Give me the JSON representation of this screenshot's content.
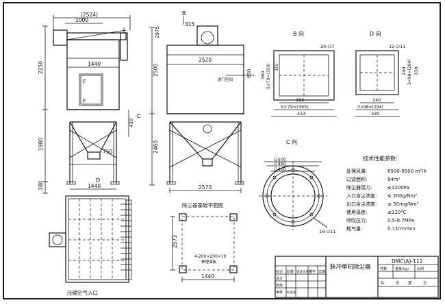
{
  "drawing": {
    "front": {
      "dims": {
        "top_overall": "(2524)",
        "top_inner": "1000",
        "height_upper": "2250",
        "height_lower": "1980",
        "height_leg": "380",
        "width_body": "1440",
        "width_base": "1440",
        "ref_430": "430",
        "ref_750": "750",
        "ref_c": "C",
        "ref_d": "D"
      },
      "caption": "压缩空气入口"
    },
    "side": {
      "dims": {
        "top_315": "315",
        "top_2975": "2975",
        "overall_height": "2500",
        "width_2520": "2520",
        "height_2460": "2460",
        "width_2573": "2573",
        "height_650": "650",
        "ref_b": "B"
      },
      "note": "进门空间"
    },
    "b_view": {
      "title": "B 向",
      "dims": {
        "holes": "20-∅7",
        "d1": "360",
        "d2": "5×79=(350)",
        "d3": "315",
        "d4": "360",
        "d5": "5×79=(395)",
        "d6": "414"
      }
    },
    "d_view": {
      "title": "D 向",
      "dims": {
        "holes": "12-∅11",
        "d1": "240",
        "d2": "3×98=(294)",
        "d3": "330",
        "d4": "240",
        "d5": "3×98=(294)",
        "d6": "330"
      }
    },
    "c_view": {
      "title": "C 向",
      "dims": {
        "d500": "∅500",
        "d450": "∅450",
        "d400": "∅400",
        "holes": "16-∅11"
      }
    },
    "foundation": {
      "title": "除尘器基础平面图",
      "dims": {
        "height": "2573",
        "width": "1440",
        "bolts": "4-200×200×10",
        "note": "预埋钢板"
      }
    },
    "specs": {
      "title": "技术性能参数:",
      "rows": [
        {
          "label": "处理风量:",
          "value": "6500-8500 m³/h"
        },
        {
          "label": "过滤面积:",
          "value": "84m²"
        },
        {
          "label": "除尘器阻力:",
          "value": "≤1200Pa"
        },
        {
          "label": "入口含尘浓度:",
          "value": "≤ 200g/Nm³"
        },
        {
          "label": "出口含尘浓度:",
          "value": "≤ 50mg/Nm³"
        },
        {
          "label": "使用温度:",
          "value": "≤120°C"
        },
        {
          "label": "喷吹压力:",
          "value": "0.5-0.7MPa"
        },
        {
          "label": "耗气量:",
          "value": "0.11m³/min"
        }
      ]
    },
    "title_block": {
      "name": "脉冲单机除尘器",
      "code": "DMC(A)-112",
      "col_headers": [
        "件数",
        "重量(kg)",
        "比例"
      ],
      "sheet": [
        "共",
        "页",
        "第",
        "页"
      ],
      "roles": [
        "设计",
        "校核",
        "审核",
        "标准化"
      ],
      "rev_headers": [
        "标记",
        "处数",
        "更改文件号",
        "签字",
        "日期"
      ]
    }
  }
}
